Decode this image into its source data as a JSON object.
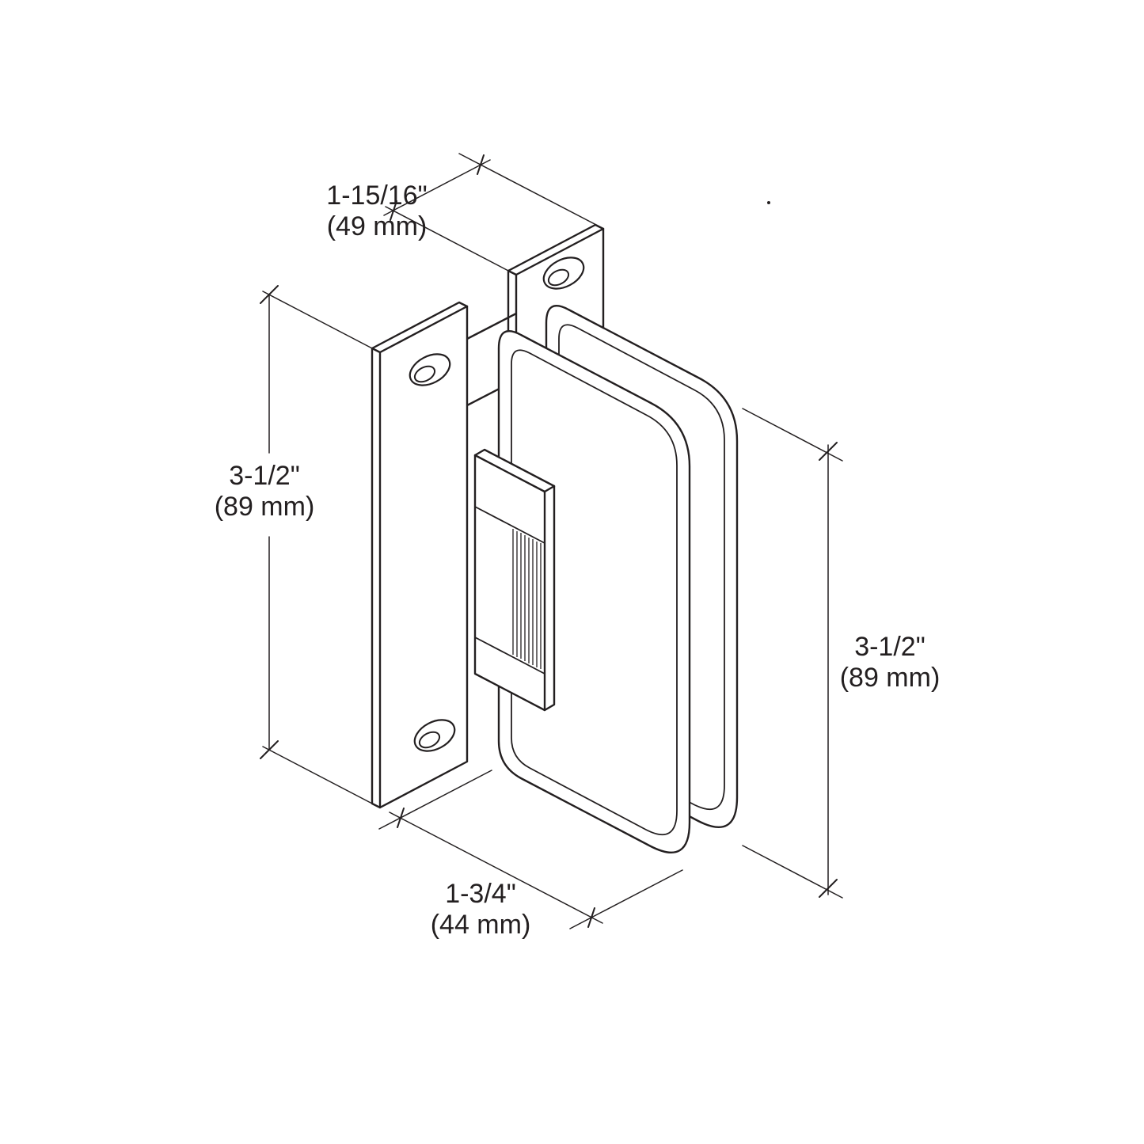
{
  "drawing": {
    "background_color": "#ffffff",
    "line_color": "#231f20",
    "subject": "wall-mount-glass-hinge-isometric-technical-drawing",
    "dimensions": {
      "top": {
        "inches": "1-15/16\"",
        "metric": "(49 mm)"
      },
      "left": {
        "inches": "3-1/2\"",
        "metric": "(89 mm)"
      },
      "right": {
        "inches": "3-1/2\"",
        "metric": "(89 mm)"
      },
      "bottom": {
        "inches": "1-3/4\"",
        "metric": "(44 mm)"
      }
    }
  }
}
